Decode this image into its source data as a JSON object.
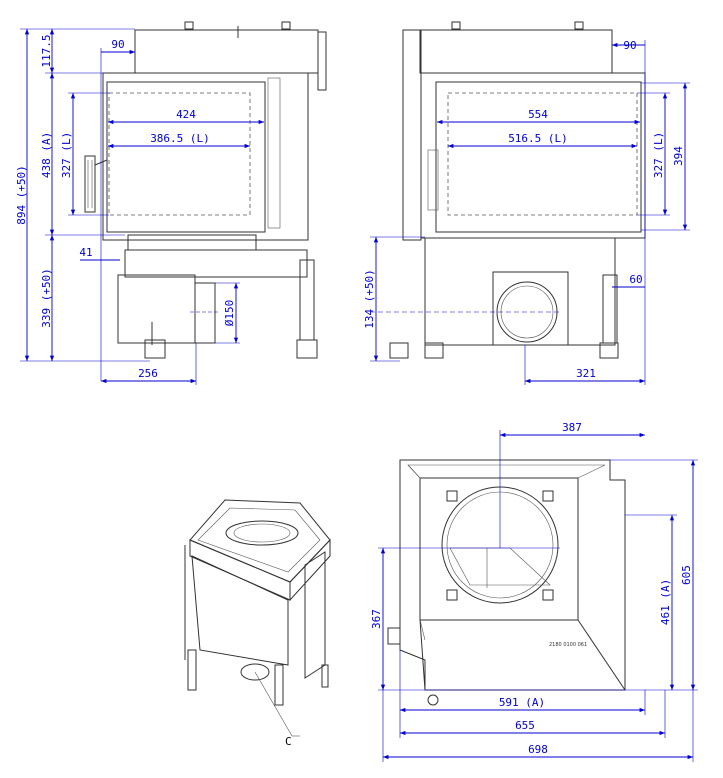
{
  "colors": {
    "dimension": "#0000d0",
    "outline": "#333333"
  },
  "front_view_left": {
    "dims": {
      "overall_height": "894 (+50)",
      "top_height": "117.5",
      "door_height": "438 (A)",
      "base_height": "339 (+50)",
      "glass_height": "327 (L)",
      "door_width": "424",
      "glass_width": "386.5 (L)",
      "offset_top": "90",
      "offset_side": "41",
      "base_width": "256",
      "flue_diameter": "Ø150"
    }
  },
  "front_view_right": {
    "dims": {
      "door_width": "554",
      "glass_width": "516.5 (L)",
      "offset_top": "90",
      "glass_height": "327 (L)",
      "door_height": "394",
      "base_height": "134 (+50)",
      "offset_side": "60",
      "base_width": "321"
    }
  },
  "iso_view": {
    "callout": "C"
  },
  "top_view": {
    "part_number": "2180 0100 061",
    "dims": {
      "flue_offset_x": "387",
      "flue_offset_y": "367",
      "depth_a": "461 (A)",
      "depth": "605",
      "width_a": "591 (A)",
      "width_mid": "655",
      "width_total": "698"
    }
  }
}
